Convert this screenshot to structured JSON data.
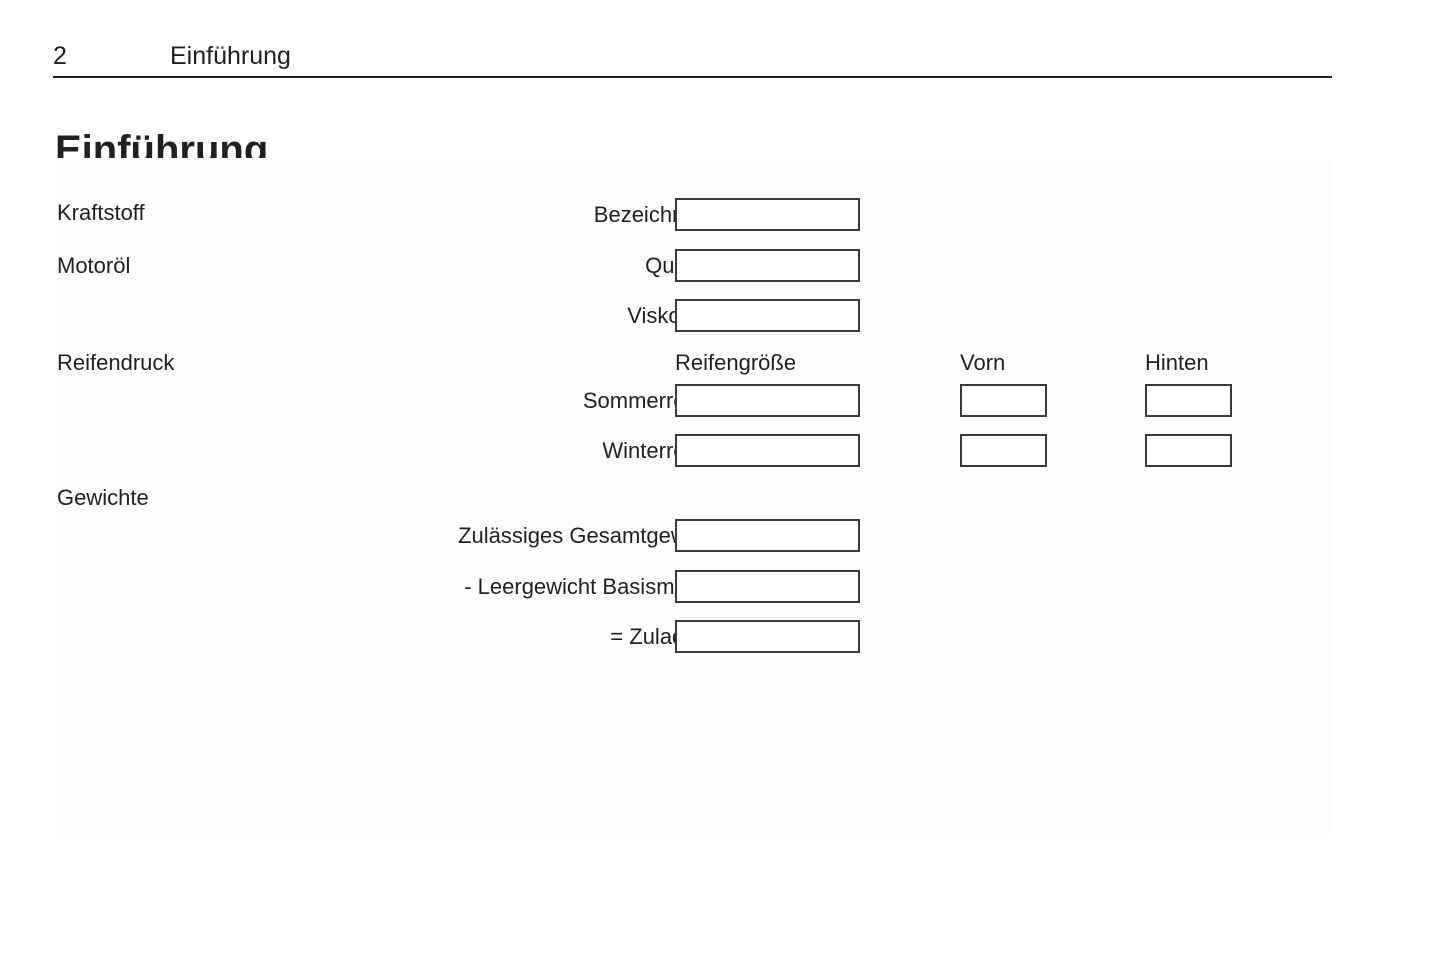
{
  "header": {
    "page_number": "2",
    "section_title": "Einführung"
  },
  "title": "Einführung",
  "sections": [
    {
      "label": "Kraftstoff"
    },
    {
      "label": "Motoröl"
    },
    {
      "label": "Reifendruck"
    },
    {
      "label": "Gewichte"
    }
  ],
  "column_headers": {
    "size": "Reifengröße",
    "front": "Vorn",
    "rear": "Hinten"
  },
  "fields": [
    {
      "label": "Bezeichnung",
      "value": "",
      "placeholder": ""
    },
    {
      "label": "Qualität",
      "value": "",
      "placeholder": ""
    },
    {
      "label": "Viskosität",
      "value": "",
      "placeholder": ""
    },
    {
      "label": "Sommerreifen",
      "value": "",
      "placeholder": ""
    },
    {
      "label": "Winterreifen",
      "value": "",
      "placeholder": ""
    },
    {
      "label": "Zulässiges Gesamtgewicht",
      "value": "",
      "placeholder": ""
    },
    {
      "label": "- Leergewicht Basismodell",
      "value": "",
      "placeholder": ""
    },
    {
      "label": "= Zuladung",
      "value": "",
      "placeholder": ""
    }
  ],
  "tyre_values": {
    "summer_front": "",
    "summer_rear": "",
    "winter_front": "",
    "winter_rear": ""
  },
  "colors": {
    "text": "#231f20",
    "rule": "#231f20",
    "box_border": "#3a3a3a",
    "panel_bg": "#fdfdfd",
    "page_bg": "#ffffff"
  }
}
